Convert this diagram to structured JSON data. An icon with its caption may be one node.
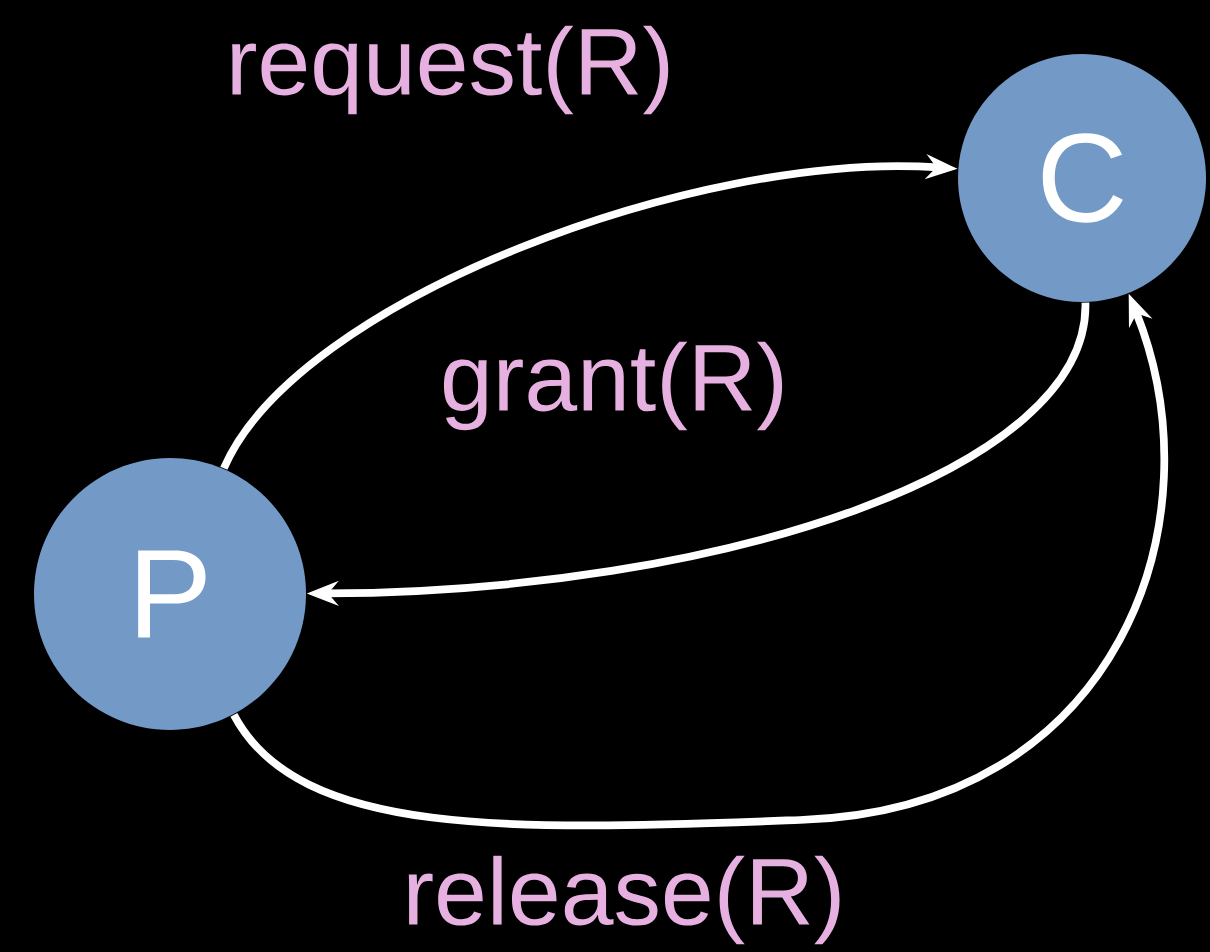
{
  "diagram": {
    "nodes": [
      {
        "text": [
          "P"
        ]
      },
      {
        "text": [
          "C"
        ]
      }
    ],
    "edges": [
      {
        "from": 0,
        "to": 1,
        "arrow": "to",
        "label": "request(R)"
      },
      {
        "from": 1,
        "to": 0,
        "arrow": "to",
        "label": "grant(R)"
      },
      {
        "from": 0,
        "to": 1,
        "arrow": "to",
        "label": "release(R)"
      }
    ]
  }
}
